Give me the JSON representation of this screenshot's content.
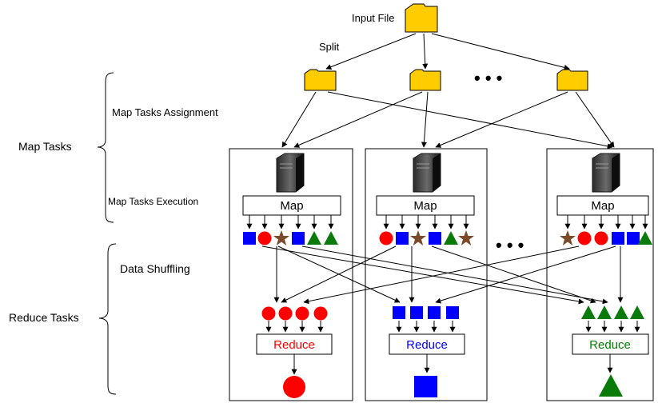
{
  "labels": {
    "input_file": "Input File",
    "split": "Split",
    "ellipsis": "• • •",
    "map_tasks_assignment": "Map Tasks Assignment",
    "map_tasks_execution": "Map Tasks Execution",
    "map_tasks": "Map Tasks",
    "data_shuffling": "Data Shuffling",
    "reduce_tasks": "Reduce Tasks"
  },
  "nodes": [
    {
      "map_label": "Map",
      "reduce_label": "Reduce",
      "reduce_color": "#ff0000",
      "mapper_outputs": [
        "square-blue",
        "circle-red",
        "star-brown",
        "square-blue",
        "triangle-green",
        "triangle-green"
      ]
    },
    {
      "map_label": "Map",
      "reduce_label": "Reduce",
      "reduce_color": "#0000ff",
      "mapper_outputs": [
        "circle-red",
        "square-blue",
        "star-brown",
        "square-blue",
        "triangle-green",
        "star-brown"
      ]
    },
    {
      "map_label": "Map",
      "reduce_label": "Reduce",
      "reduce_color": "#008000",
      "mapper_outputs": [
        "star-brown",
        "circle-red",
        "circle-red",
        "square-blue",
        "square-blue",
        "triangle-green"
      ]
    }
  ],
  "colors": {
    "folder": "#ffcc00",
    "red": "#ff0000",
    "blue": "#0000ff",
    "green": "#0a7a0a",
    "brown": "#7a4a2a"
  }
}
